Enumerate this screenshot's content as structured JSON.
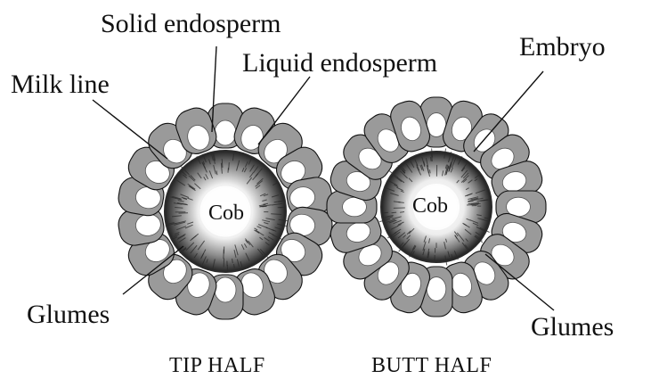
{
  "labels": {
    "solid_endosperm": "Solid endosperm",
    "liquid_endosperm": "Liquid endosperm",
    "milk_line": "Milk line",
    "embryo": "Embryo",
    "glumes_left": "Glumes",
    "glumes_right": "Glumes",
    "cob_left": "Cob",
    "cob_right": "Cob",
    "tip_half": "TIP HALF",
    "butt_half": "BUTT HALF"
  },
  "colors": {
    "kernel_outer": "#9a9a9a",
    "kernel_inner": "#ffffff",
    "cob_texture": "#2a2a2a",
    "cob_center": "#f4f4f4",
    "line": "#111111"
  }
}
